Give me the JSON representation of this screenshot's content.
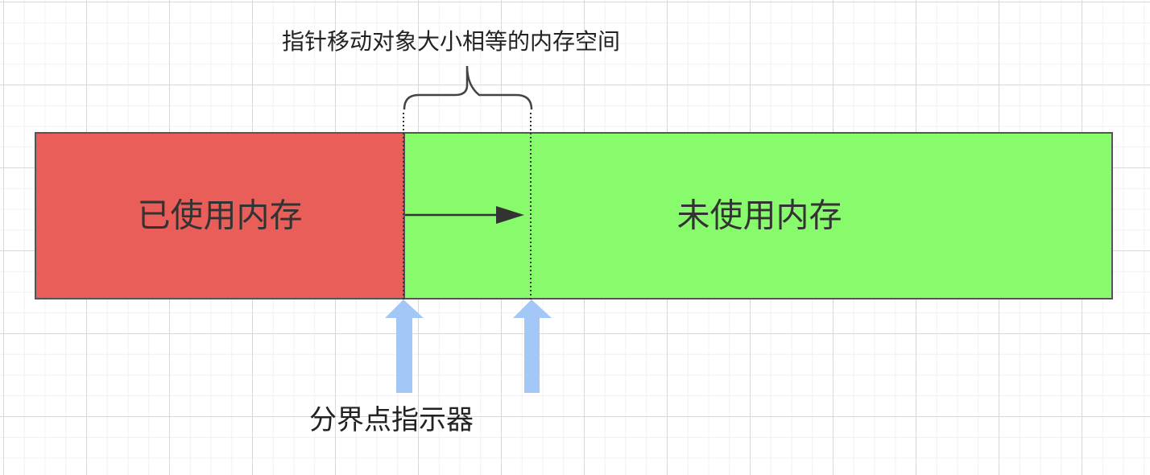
{
  "colors": {
    "used": "#e95e58",
    "free": "#88fb6c",
    "indicator": "#a3c8f8",
    "line": "#333333"
  },
  "labels": {
    "top": "指针移动对象大小相等的内存空间",
    "used": "已使用内存",
    "free": "未使用内存",
    "bottom": "分界点指示器"
  },
  "icons": {
    "brace": "curly-brace",
    "arrow": "right-arrow",
    "indicators": "up-arrow"
  }
}
